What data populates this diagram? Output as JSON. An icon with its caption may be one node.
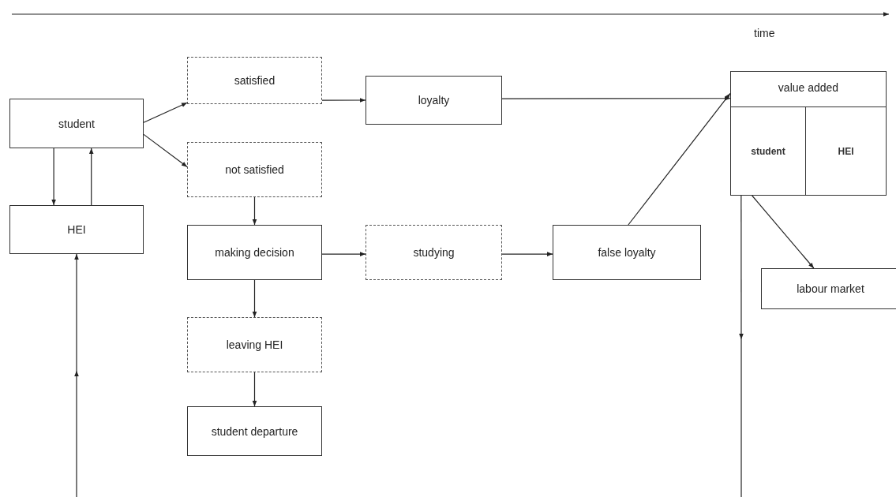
{
  "diagram": {
    "nodes": [
      {
        "text": [
          "student"
        ]
      },
      {
        "text": [
          "HEI"
        ]
      },
      {
        "text": [
          "satisfied"
        ]
      },
      {
        "text": [
          "loyalty"
        ]
      },
      {
        "text": [
          "not satisfied"
        ]
      },
      {
        "text": [
          "making decision"
        ]
      },
      {
        "text": [
          "studying"
        ]
      },
      {
        "text": [
          "false loyalty"
        ]
      },
      {
        "text": [
          "leaving HEI"
        ]
      },
      {
        "text": [
          "student departure"
        ]
      },
      {
        "text": [
          "value added"
        ]
      },
      {
        "text": [
          "student"
        ],
        "in": 10
      },
      {
        "text": [
          "HEI"
        ],
        "in": 10
      },
      {
        "text": [
          "labour market"
        ]
      }
    ],
    "edges": [
      {
        "from": 0,
        "to": 2,
        "arrow": "to"
      },
      {
        "from": 0,
        "to": 4,
        "arrow": "to"
      },
      {
        "from": 0,
        "to": 1,
        "arrow": "to"
      },
      {
        "from": 1,
        "to": 0,
        "arrow": "to"
      },
      {
        "from": 2,
        "to": 3,
        "arrow": "to"
      },
      {
        "from": 3,
        "to": 10,
        "arrow": "to"
      },
      {
        "from": 4,
        "to": 5,
        "arrow": "to"
      },
      {
        "from": 5,
        "to": 6,
        "arrow": "to"
      },
      {
        "from": 6,
        "to": 7,
        "arrow": "to"
      },
      {
        "from": 7,
        "to": 10,
        "arrow": "to"
      },
      {
        "from": 5,
        "to": 8,
        "arrow": "to"
      },
      {
        "from": 8,
        "to": 9,
        "arrow": "to"
      },
      {
        "from": 10,
        "to": 13,
        "arrow": "to"
      },
      {
        "from": 10,
        "to": null,
        "arrow": "to"
      },
      {
        "from": null,
        "to": 1,
        "arrow": "to"
      }
    ],
    "labels": [
      "time"
    ]
  }
}
